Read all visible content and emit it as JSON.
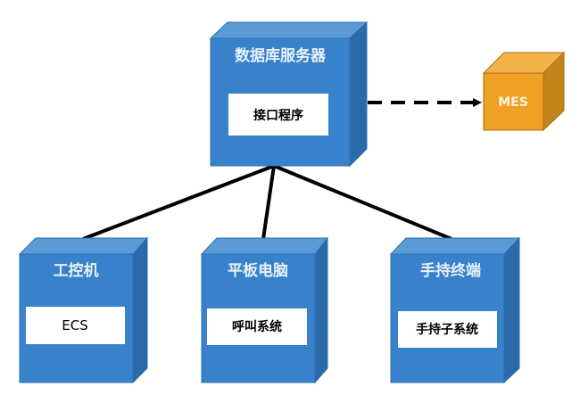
{
  "colors": {
    "node_front": "#3882cb",
    "node_top": "#5a9ad6",
    "node_side": "#2b6aa8",
    "node_stroke": "#2e6fb0",
    "mes_front": "#f0a024",
    "mes_top": "#f3b24a",
    "mes_side": "#c4821a",
    "mes_stroke": "#a96d12",
    "connector": "#000000",
    "inner_box": "#ffffff"
  },
  "nodes": {
    "server": {
      "title": "数据库服务器",
      "component": "接口程序"
    },
    "ipc": {
      "title": "工控机",
      "component": "ECS"
    },
    "tablet": {
      "title": "平板电脑",
      "component": "呼叫系统"
    },
    "handheld": {
      "title": "手持终端",
      "component": "手持子系统"
    },
    "mes": {
      "title": "MES"
    }
  },
  "edges": [
    {
      "from": "server",
      "to": "ipc",
      "style": "solid"
    },
    {
      "from": "server",
      "to": "tablet",
      "style": "solid"
    },
    {
      "from": "server",
      "to": "handheld",
      "style": "solid"
    },
    {
      "from": "server",
      "to": "mes",
      "style": "dashed-arrow"
    }
  ]
}
